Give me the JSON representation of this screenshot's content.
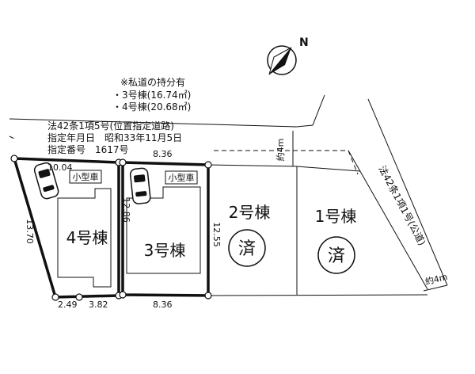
{
  "notes": {
    "title": "※私道の持分有",
    "line1": "・3号棟(16.74㎡)",
    "line2": "・4号棟(20.68㎡)"
  },
  "road": {
    "line1": "法42条1項5号(位置指定道路)",
    "line2": "指定年月日　昭和33年11月5日",
    "line3": "指定番号　1617号",
    "width_north": "約4m",
    "width_east": "約4m",
    "east_road_label": "法42条1項1号(公道)"
  },
  "compass": {
    "north": "N"
  },
  "lots": {
    "lot4": "4号棟",
    "lot3": "3号棟",
    "lot2": "2号棟",
    "lot1": "1号棟",
    "sold": "済",
    "car_tag": "小型車"
  },
  "dimensions": {
    "d_1004": "10.04",
    "d_836_top": "8.36",
    "d_1370": "13.70",
    "d_1286": "12.86",
    "d_1255": "12.55",
    "d_249": "2.49",
    "d_382": "3.82",
    "d_836_bottom": "8.36"
  }
}
